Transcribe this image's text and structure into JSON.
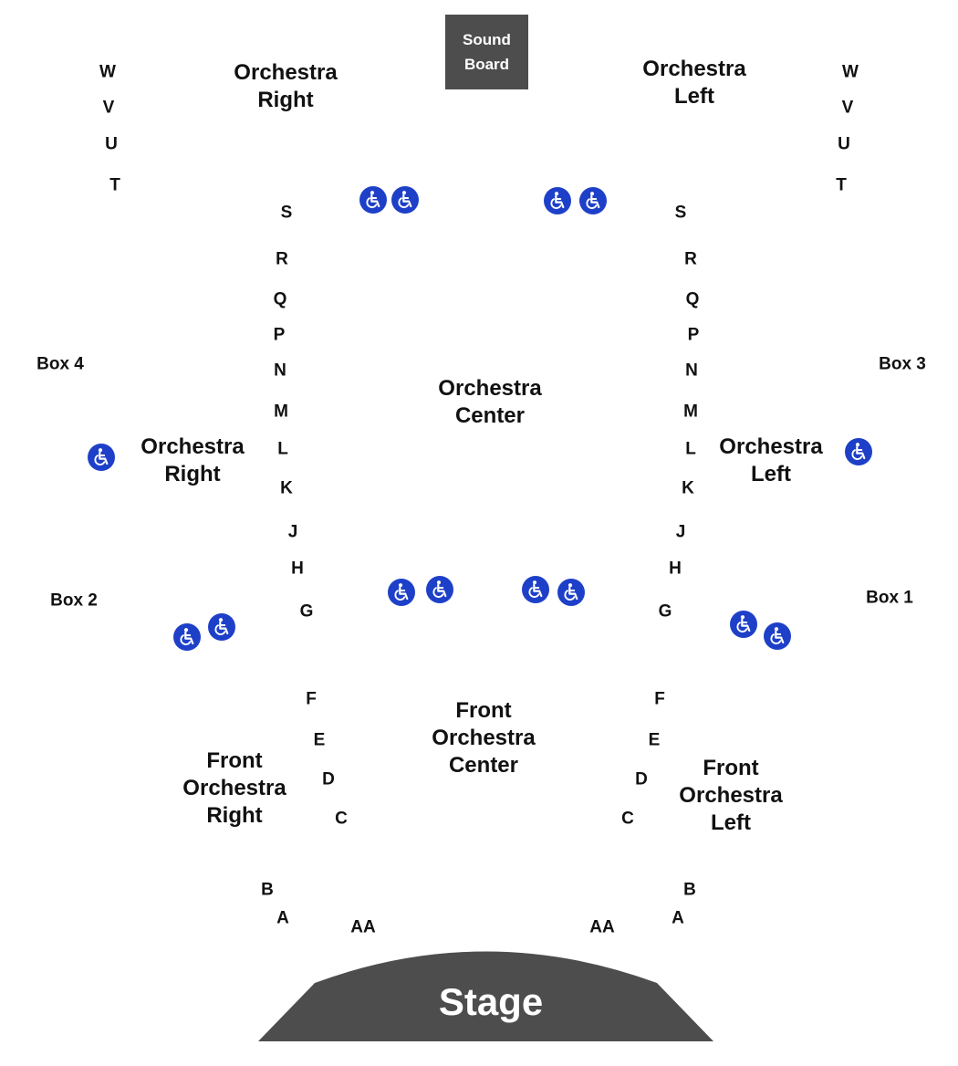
{
  "sound_board": {
    "line1": "Sound",
    "line2": "Board"
  },
  "stage": {
    "label": "Stage",
    "color": "#4d4d4d"
  },
  "accent_color": "#1e40c8",
  "wheelchair_icon": "wheelchair-icon",
  "sections": [
    {
      "lines": [
        "Orchestra",
        "Right"
      ]
    },
    {
      "lines": [
        "Orchestra",
        "Left"
      ]
    },
    {
      "lines": [
        "Orchestra",
        "Center"
      ]
    },
    {
      "lines": [
        "Orchestra",
        "Right"
      ]
    },
    {
      "lines": [
        "Orchestra",
        "Left"
      ]
    },
    {
      "lines": [
        "Front",
        "Orchestra",
        "Center"
      ]
    },
    {
      "lines": [
        "Front",
        "Orchestra",
        "Right"
      ]
    },
    {
      "lines": [
        "Front",
        "Orchestra",
        "Left"
      ]
    }
  ],
  "boxes": [
    "Box 4",
    "Box 3",
    "Box 2",
    "Box 1"
  ],
  "rows": {
    "far_left": [
      "W",
      "V",
      "U",
      "T"
    ],
    "far_right": [
      "W",
      "V",
      "U",
      "T"
    ],
    "inner_left": [
      "S",
      "R",
      "Q",
      "P",
      "N",
      "M",
      "L",
      "K",
      "J",
      "H",
      "G"
    ],
    "inner_right": [
      "S",
      "R",
      "Q",
      "P",
      "N",
      "M",
      "L",
      "K",
      "J",
      "H",
      "G"
    ],
    "front_left": [
      "F",
      "E",
      "D",
      "C"
    ],
    "front_right": [
      "F",
      "E",
      "D",
      "C"
    ],
    "bottom_left": [
      "B",
      "A",
      "AA"
    ],
    "bottom_right": [
      "B",
      "A",
      "AA"
    ]
  }
}
